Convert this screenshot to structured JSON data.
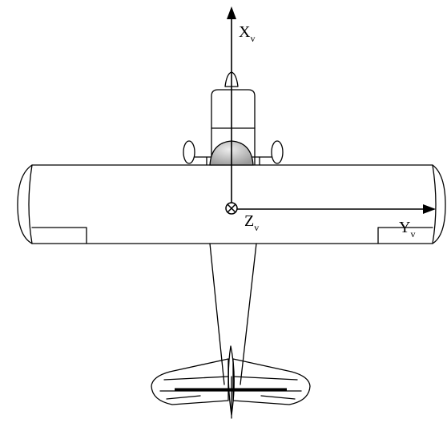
{
  "axes": {
    "x": {
      "letter": "X",
      "subscript": "v"
    },
    "y": {
      "letter": "Y",
      "subscript": "v"
    },
    "z": {
      "letter": "Z",
      "subscript": "v"
    }
  },
  "colors": {
    "canopy": "#c9c9c9",
    "stroke": "#000000"
  }
}
